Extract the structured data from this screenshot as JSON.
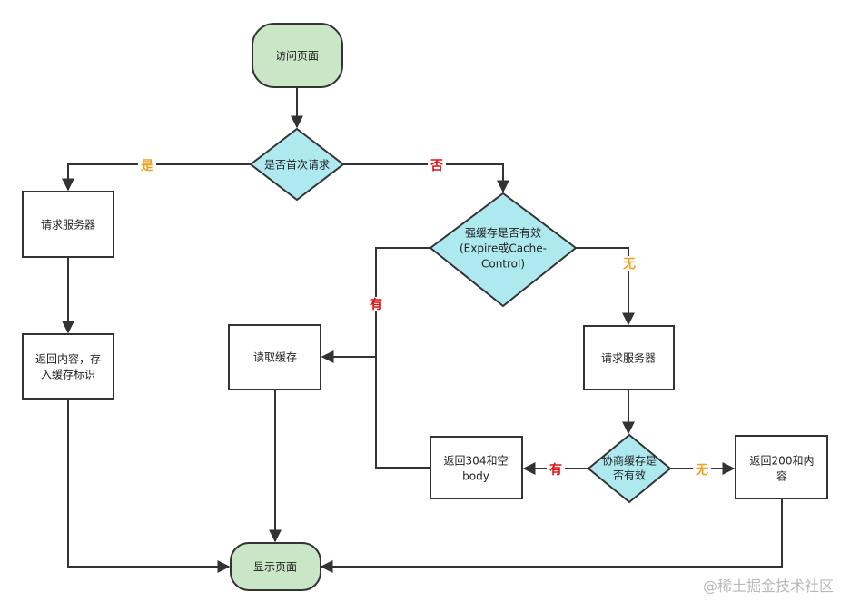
{
  "nodes": {
    "visit_page": "访问页面",
    "first_request": "是否首次请求",
    "request_server_left": "请求服务器",
    "return_store_line1": "返回内容，存",
    "return_store_line2": "入缓存标识",
    "strong_cache_line1": "强缓存是否有效",
    "strong_cache_line2": "(Expire或Cache-",
    "strong_cache_line3": "Control)",
    "read_cache": "读取缓存",
    "request_server_right": "请求服务器",
    "negotiate_line1": "协商缓存是",
    "negotiate_line2": "否有效",
    "return_304_line1": "返回304和空",
    "return_304_line2": "body",
    "return_200_line1": "返回200和内",
    "return_200_line2": "容",
    "show_page": "显示页面"
  },
  "edge_labels": {
    "yes": "是",
    "no": "否",
    "has_strong": "有",
    "none_strong": "无",
    "has_negotiate": "有",
    "none_negotiate": "无"
  },
  "watermark": "@稀土掘金技术社区",
  "colors": {
    "start_end_fill": "#c9e6c7",
    "decision_fill": "#aee9ef",
    "line": "#333333",
    "label_orange": "#f0a020",
    "label_red": "#e01010"
  }
}
